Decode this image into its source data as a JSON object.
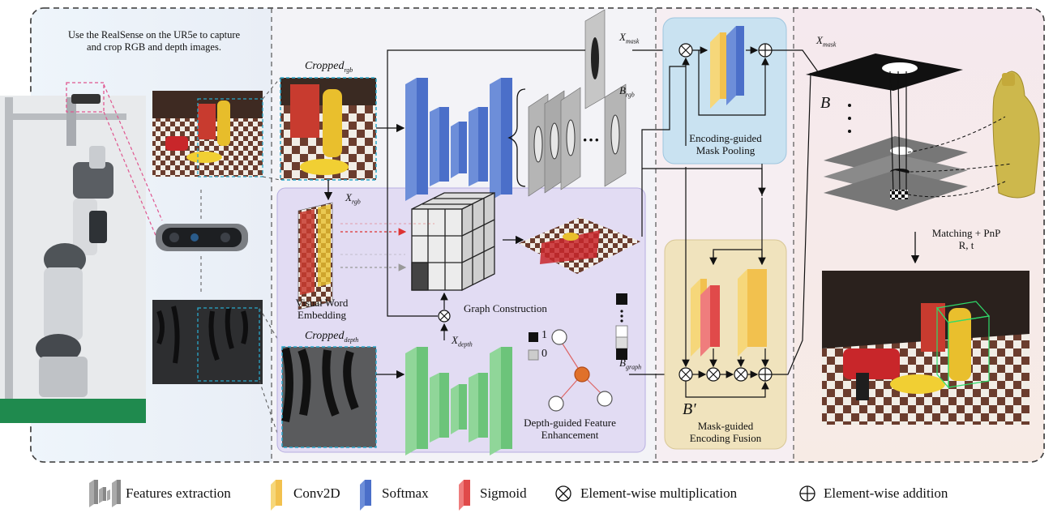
{
  "stage1": {
    "caption_line1": "Use the RealSense on the UR5e to capture",
    "caption_line2": "and crop RGB and depth images."
  },
  "labels": {
    "cropped_rgb": "Cropped",
    "cropped_rgb_sub": "rgb",
    "cropped_depth": "Cropped",
    "cropped_depth_sub": "depth",
    "x_rgb": "X",
    "x_rgb_sub": "rgb",
    "x_depth": "X",
    "x_depth_sub": "depth",
    "x_mask": "X",
    "x_mask_sub": "mask",
    "x_mask2": "X",
    "x_mask2_sub": "mask",
    "b_rgb": "B",
    "b_rgb_sub": "rgb",
    "b_graph": "B",
    "b_graph_sub": "graph",
    "b": "B",
    "b_prime": "B'",
    "visual_word_1": "Visual Word",
    "visual_word_2": "Embedding",
    "graph_construction": "Graph Construction",
    "depth_guided_1": "Depth-guided Feature",
    "depth_guided_2": "Enhancement",
    "encoding_guided_1": "Encoding-guided",
    "encoding_guided_2": "Mask Pooling",
    "mask_guided_1": "Mask-guided",
    "mask_guided_2": "Encoding Fusion",
    "matching": "Matching + PnP",
    "rt": "R, t",
    "one": "1",
    "zero": "0",
    "dots": "···"
  },
  "legend": [
    {
      "icon": "features-extraction-icon",
      "label": "Features extraction"
    },
    {
      "icon": "conv2d-icon",
      "label": "Conv2D",
      "color": "#f2c14e"
    },
    {
      "icon": "softmax-icon",
      "label": "Softmax",
      "color": "#4b6fc9"
    },
    {
      "icon": "sigmoid-icon",
      "label": "Sigmoid",
      "color": "#e04a4a"
    },
    {
      "icon": "multiply-icon",
      "label": "Element-wise multiplication"
    },
    {
      "icon": "add-icon",
      "label": "Element-wise addition"
    }
  ],
  "colors": {
    "blue": "#4b6fc9",
    "green": "#6cc47a",
    "yellow": "#f2c14e",
    "red": "#e04a4a",
    "purple_bg": "#e6e0f5",
    "blue_box": "#cde4f2",
    "yellow_box": "#f2e6c4",
    "pink_bg": "#f6e3e8"
  }
}
